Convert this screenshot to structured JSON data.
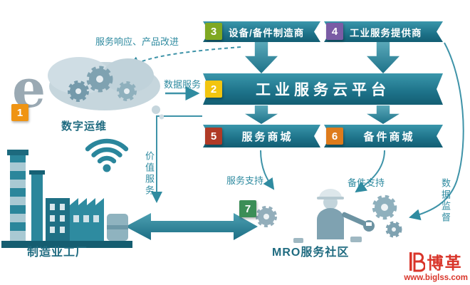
{
  "banners": {
    "manufacturer": {
      "num": "3",
      "label": "设备/备件制造商"
    },
    "provider": {
      "num": "4",
      "label": "工业服务提供商"
    },
    "platform": {
      "num": "2",
      "label": "工业服务云平台"
    },
    "service_mall": {
      "num": "5",
      "label": "服务商城"
    },
    "parts_mall": {
      "num": "6",
      "label": "备件商城"
    }
  },
  "nodes": {
    "digital_ops": {
      "num": "1",
      "label": "数字运维"
    },
    "factory": {
      "label": "制造业工厂"
    },
    "mro": {
      "num": "7",
      "label": "MRO服务社区"
    }
  },
  "edges": {
    "service_response": "服务响应、产品改进",
    "data_service": "数据服务",
    "value_service": "价值服务",
    "service_support": "服务支持",
    "parts_support": "备件支持",
    "data_supervision": "数据监督"
  },
  "watermark": {
    "brand": "博革",
    "url": "www.biglss.com"
  },
  "colors": {
    "banner_teal": "#1d7289",
    "arrow_teal": "#2f8ba0",
    "label_teal": "#1f6b80",
    "num_1": "#ef9413",
    "num_2": "#f2c50f",
    "num_3": "#7fa822",
    "num_4": "#7a5ca5",
    "num_5": "#b03a26",
    "num_6": "#de7b1c",
    "num_7": "#3c8e57",
    "brand_red": "#d9352a"
  }
}
